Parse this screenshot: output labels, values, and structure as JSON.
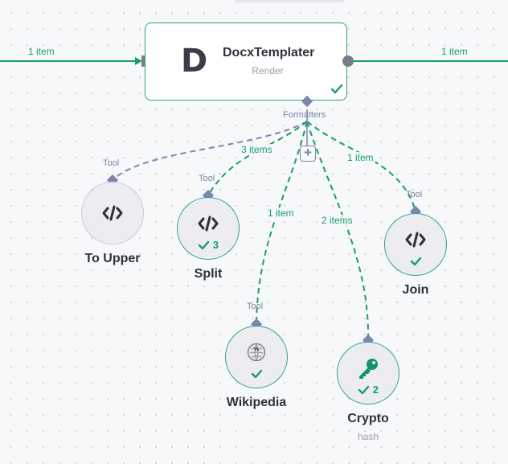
{
  "connections": {
    "input_label": "1 item",
    "output_label": "1 item",
    "split_label": "3 items",
    "join_label": "1 item",
    "wikipedia_label": "1 item",
    "crypto_label": "2 items"
  },
  "main_node": {
    "icon_letter": "D",
    "title": "DocxTemplater",
    "subtitle": "Render",
    "formatters_label": "Formatters",
    "status": "success"
  },
  "tool_handle_label": "Tool",
  "add_button": "+",
  "sub_nodes": {
    "to_upper": {
      "label": "To Upper",
      "icon": "code-icon",
      "status": "idle"
    },
    "split": {
      "label": "Split",
      "icon": "code-icon",
      "run_count": "3"
    },
    "join": {
      "label": "Join",
      "icon": "code-icon",
      "status": "success"
    },
    "wikipedia": {
      "label": "Wikipedia",
      "icon": "wikipedia-icon",
      "status": "success"
    },
    "crypto": {
      "label": "Crypto",
      "subtitle": "hash",
      "icon": "key-icon",
      "run_count": "2"
    }
  },
  "colors": {
    "success": "#1a9c6d",
    "handle": "#7e84ad",
    "idle_edge": "#7e84ad"
  }
}
